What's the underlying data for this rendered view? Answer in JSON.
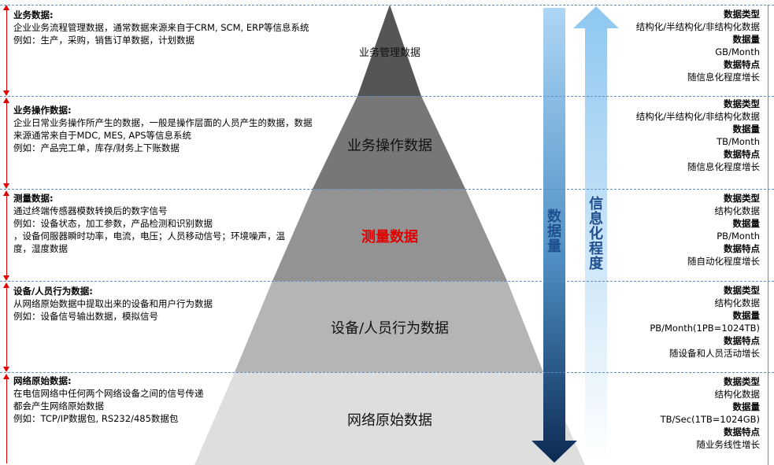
{
  "left_blocks": [
    {
      "title": "业务数据:",
      "lines": [
        "企业业务流程管理数据，通常数据来源来自于CRM, SCM, ERP等信息系统",
        "例如：生产，采购，销售订单数据，计划数据"
      ]
    },
    {
      "title": "业务操作数据:",
      "lines": [
        "企业日常业务操作所产生的数据，一般是操作层面的人员产生的数据，数据来源通常来自于MDC, MES, APS等信息系统",
        "例如：产品完工单，库存/财务上下账数据"
      ]
    },
    {
      "title": "测量数据:",
      "lines": [
        "通过终端传感器模数转换后的数字信号",
        "例如：设备状态，加工参数，产品检测和识别数据",
        "，设备伺服器瞬时功率，电流，电压；人员移动信号；环境噪声，温度，湿度数据"
      ]
    },
    {
      "title": "设备/人员行为数据:",
      "lines": [
        "从网络原始数据中提取出来的设备和用户行为数据",
        "例如：设备信号输出数据，模拟信号"
      ]
    },
    {
      "title": "网络原始数据:",
      "lines": [
        "在电信网络中任何两个网络设备之间的信号传递都会产生网络原始数据",
        "例如：TCP/IP数据包, RS232/485数据包"
      ]
    }
  ],
  "pyramid": [
    {
      "label": "业务管理数据",
      "color": "#555555",
      "highlight": false
    },
    {
      "label": "业务操作数据",
      "color": "#777777",
      "highlight": false
    },
    {
      "label": "测量数据",
      "color": "#939393",
      "highlight": true,
      "highlight_color": "#e00000"
    },
    {
      "label": "设备/人员行为数据",
      "color": "#b5b5b5",
      "highlight": false
    },
    {
      "label": "网络原始数据",
      "color": "#dedede",
      "highlight": false
    }
  ],
  "arrows": {
    "volume_label": "数据量",
    "info_label": "信息化程度"
  },
  "right_blocks": [
    {
      "type_key": "数据类型",
      "type_val": "结构化/半结构化/非结构化数据",
      "vol_key": "数据量",
      "vol_val": "GB/Month",
      "feat_key": "数据特点",
      "feat_val": "随信息化程度增长"
    },
    {
      "type_key": "数据类型",
      "type_val": "结构化/半结构化/非结构化数据",
      "vol_key": "数据量",
      "vol_val": "TB/Month",
      "feat_key": "数据特点",
      "feat_val": "随信息化程度增长"
    },
    {
      "type_key": "数据类型",
      "type_val": "结构化数据",
      "vol_key": "数据量",
      "vol_val": "PB/Month",
      "feat_key": "数据特点",
      "feat_val": "随自动化程度增长"
    },
    {
      "type_key": "数据类型",
      "type_val": "结构化数据",
      "vol_key": "数据量",
      "vol_val": "PB/Month(1PB=1024TB)",
      "feat_key": "数据特点",
      "feat_val": "随设备和人员活动增长"
    },
    {
      "type_key": "数据类型",
      "type_val": "结构化数据",
      "vol_key": "数据量",
      "vol_val": "TB/Sec(1TB=1024GB)",
      "feat_key": "数据特点",
      "feat_val": "随业务线性增长"
    }
  ]
}
